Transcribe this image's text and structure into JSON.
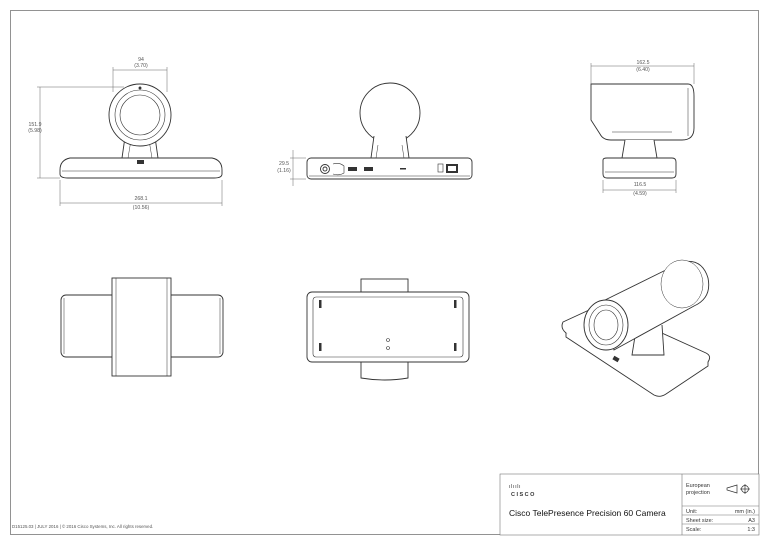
{
  "drawing": {
    "front_view": {
      "width_mm": "268.1",
      "width_in": "(10.56)",
      "height_mm": "151.9",
      "height_in": "(5.98)",
      "lens_mm": "94",
      "lens_in": "(3.70)"
    },
    "rear_view": {
      "base_height_mm": "29.5",
      "base_height_in": "(1.16)"
    },
    "side_view": {
      "top_depth_mm": "162.5",
      "top_depth_in": "(6.40)",
      "base_depth_mm": "116.5",
      "base_depth_in": "(4.59)"
    }
  },
  "title_block": {
    "brand_bars": "ılıılı",
    "brand_name": "CISCO",
    "product_title": "Cisco TelePresence Precision 60 Camera",
    "projection_label_1": "European",
    "projection_label_2": "projection",
    "unit_label": "Unit:",
    "unit_value": "mm (in.)",
    "sheet_size_label": "Sheet size:",
    "sheet_size_value": "A3",
    "scale_label": "Scale:",
    "scale_value": "1:3"
  },
  "footer": {
    "text": "D15125.03 | JULY 2016 | © 2016 Cisco Systems, Inc. All rights reserved."
  }
}
